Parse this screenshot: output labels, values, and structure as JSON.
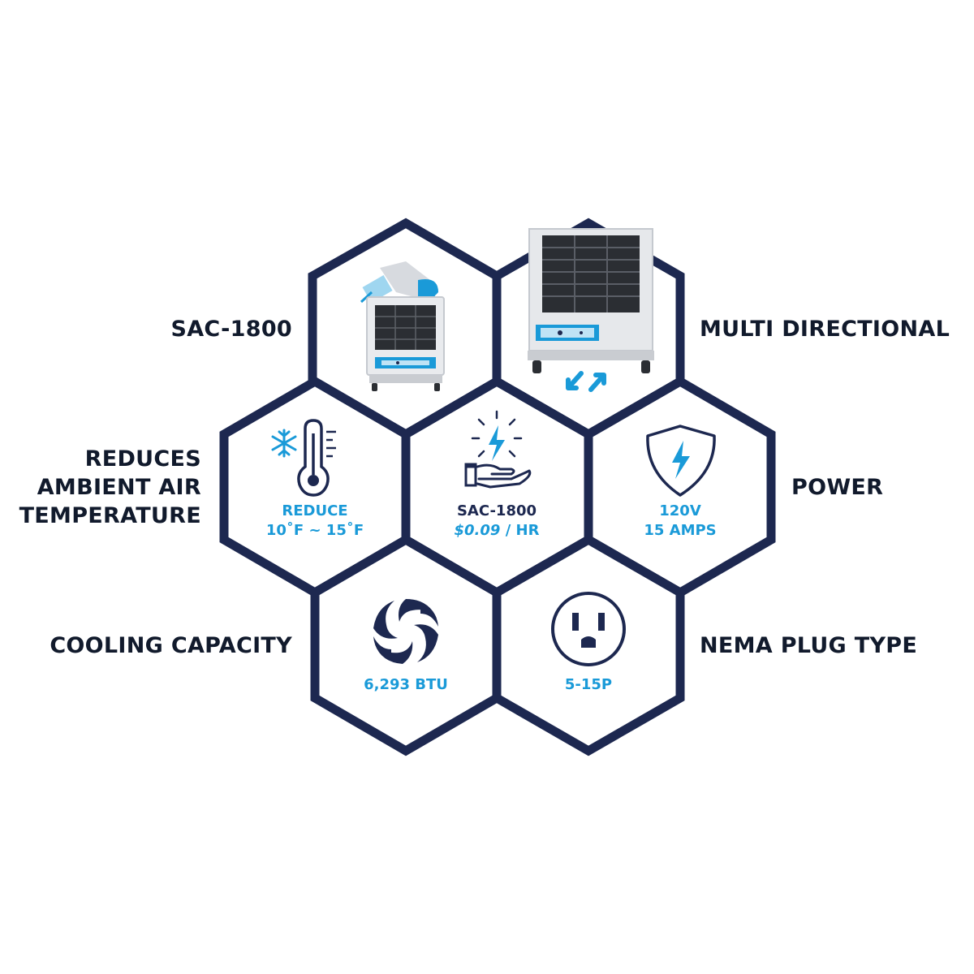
{
  "colors": {
    "hex_stroke": "#1d2850",
    "accent": "#1a9ad8",
    "label_text": "#111a2c",
    "unit_body": "#e9ebee"
  },
  "labels": {
    "left_top": "SAC-1800",
    "left_mid": [
      "REDUCES",
      "AMBIENT AIR",
      "TEMPERATURE"
    ],
    "left_bottom": "COOLING CAPACITY",
    "right_top": "MULTI DIRECTIONAL",
    "right_mid": "POWER",
    "right_bottom": "NEMA PLUG TYPE"
  },
  "cells": {
    "unit": {
      "icon": "air-conditioner-unit-icon"
    },
    "directional": {
      "icon": "air-conditioner-front-with-arrows-icon"
    },
    "temperature": {
      "icon": "snowflake-thermometer-icon",
      "line1": "REDUCE",
      "line2": "10˚F ~ 15˚F"
    },
    "cost": {
      "icon": "hand-lightning-icon",
      "line1": "SAC-1800",
      "price": "$0.09",
      "suffix": " / HR"
    },
    "power": {
      "icon": "shield-lightning-icon",
      "line1": "120V",
      "line2": "15 AMPS"
    },
    "cooling": {
      "icon": "swirl-fan-icon",
      "line1": "6,293 BTU"
    },
    "plug": {
      "icon": "nema-outlet-icon",
      "line1": "5-15P"
    }
  }
}
